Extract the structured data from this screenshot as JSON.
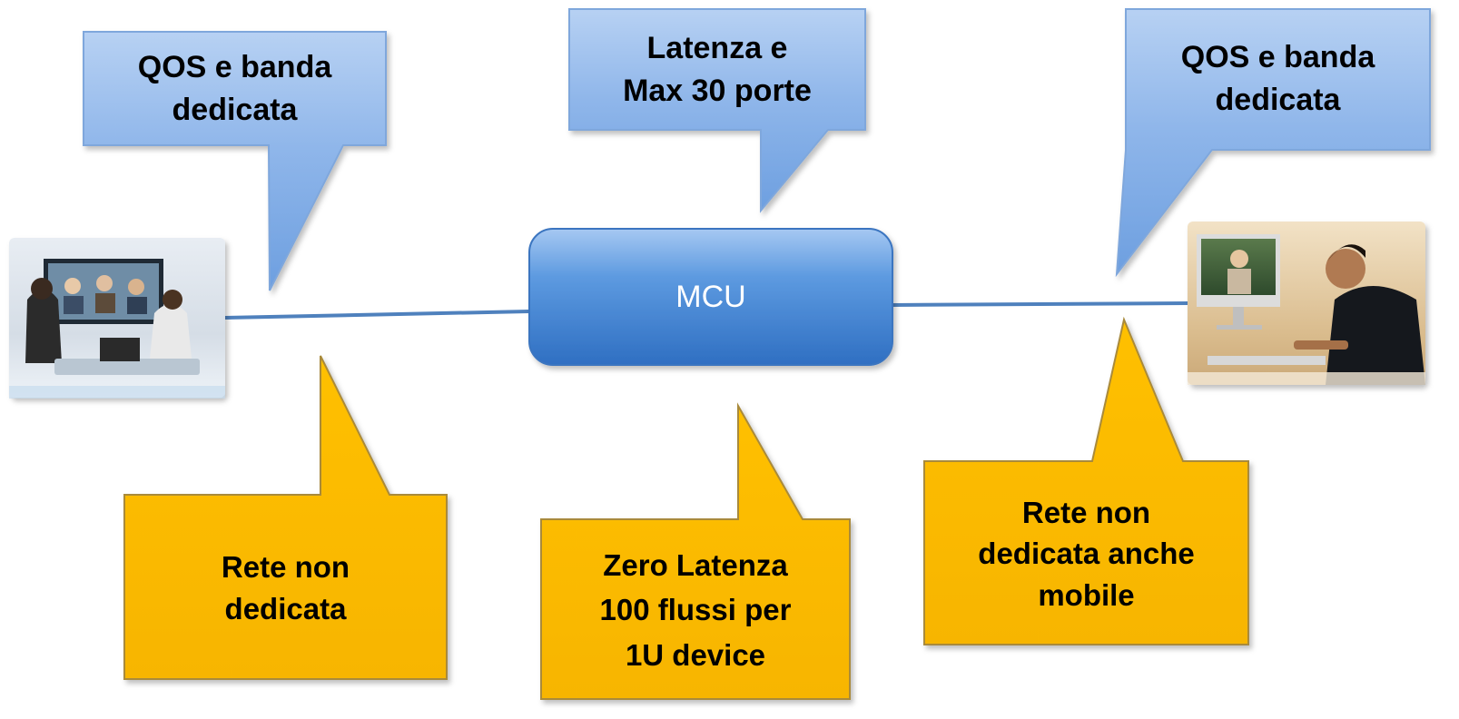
{
  "center_node": {
    "label": "MCU"
  },
  "callouts": {
    "left_top": "QOS e banda\ndedicata",
    "center_top": "Latenza e\nMax 30 porte",
    "right_top": "QOS e banda\ndedicata",
    "left_bottom": "Rete non\ndedicata",
    "center_bottom": "Zero Latenza\n100 flussi per\n1U device",
    "right_bottom": "Rete non\ndedicata anche\nmobile"
  },
  "endpoints": {
    "left": {
      "icon": "videoconference-room-photo-icon"
    },
    "right": {
      "icon": "desktop-videocall-photo-icon"
    }
  },
  "colors": {
    "callout_blue": "#8db3e2",
    "callout_gold": "#ffc000",
    "mcu_blue": "#4f8fda",
    "connector": "#4f81bd"
  }
}
